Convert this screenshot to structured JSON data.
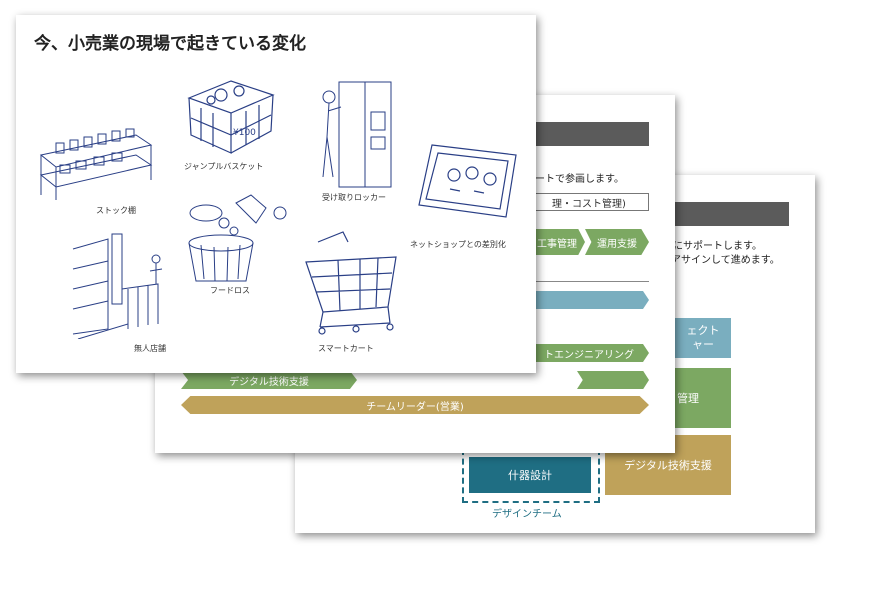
{
  "back_slide": {
    "text1": "ルにサポートします。",
    "text2": "アサインして進めます。",
    "box_top": "ェクト\nャー",
    "box_mid": "管理",
    "box_low": "デジタル技術支援",
    "box_design": "什器設計",
    "design_team": "デザインチーム"
  },
  "middle_slide": {
    "text1": "ートで参画します。",
    "chev_outline": "理・コスト管理)",
    "chev_kouji": "工事管理",
    "chev_unyo": "運用支援",
    "chev_eng": "トエンジニアリング",
    "chev_digital": "デジタル技術支援",
    "chev_leader": "チームリーダー(営業)"
  },
  "front_slide": {
    "title": "今、小売業の現場で起きている変化",
    "labels": {
      "stock": "ストック棚",
      "jumble": "ジャンプルバスケット",
      "locker": "受け取りロッカー",
      "netshop": "ネットショップとの差別化",
      "foodloss": "フードロス",
      "unmanned": "無人店舗",
      "smartcart": "スマートカート"
    }
  },
  "colors": {
    "dark_bar": "#5b5b5b",
    "blue": "#7aaebf",
    "green": "#7ca862",
    "gold": "#bfa25a",
    "teal": "#1f6e83"
  }
}
